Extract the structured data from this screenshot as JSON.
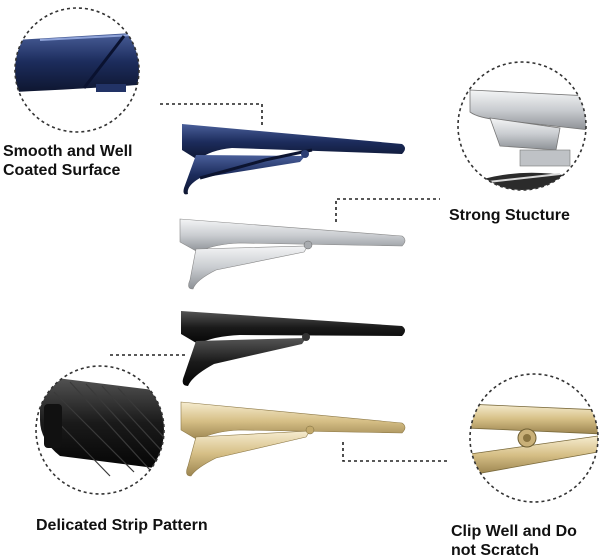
{
  "callouts": {
    "smooth": {
      "line1": "Smooth and Well",
      "line2": "Coated Surface"
    },
    "strong": {
      "text": "Strong Stucture"
    },
    "strip": {
      "text": "Delicated Strip Pattern"
    },
    "clip": {
      "line1": "Clip Well and Do",
      "line2": "not Scratch"
    }
  },
  "tie_clips": [
    {
      "finish": "navy-blue",
      "color": "#1c2c5c"
    },
    {
      "finish": "silver",
      "color": "#c9ccd0"
    },
    {
      "finish": "black",
      "color": "#1a1a1a"
    },
    {
      "finish": "gold",
      "color": "#d6bf86"
    }
  ],
  "colors": {
    "text": "#111111",
    "leader": "#222222",
    "circle": "#333333"
  }
}
